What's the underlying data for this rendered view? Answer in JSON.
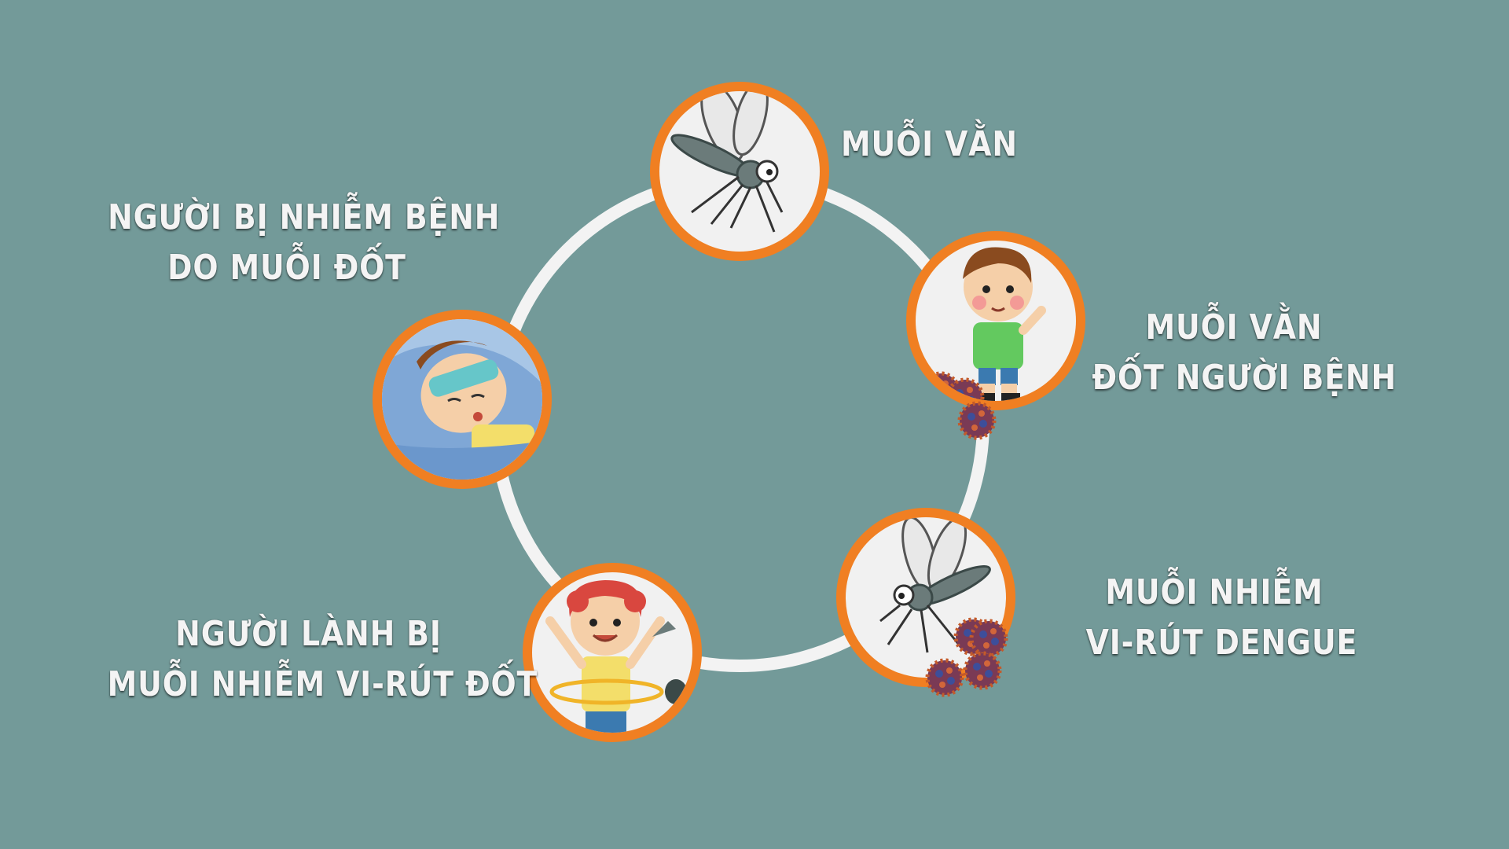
{
  "diagram": {
    "colors": {
      "background": "#739a99",
      "cycle_ring": "#ffffff",
      "node_border": "#f07f22",
      "node_fill": "#f1f1f1"
    },
    "steps": [
      {
        "id": "mosquito",
        "lines": [
          "MUỖI VẰN"
        ],
        "icon": "mosquito-icon"
      },
      {
        "id": "mosquito-bites-patient",
        "lines": [
          "MUỖI VẰN",
          "ĐỐT NGƯỜI BỆNH"
        ],
        "icon": "sick-child-icon"
      },
      {
        "id": "infected-mosquito",
        "lines": [
          "MUỖI NHIỄM",
          "VI-RÚT DENGUE"
        ],
        "icon": "infected-mosquito-icon"
      },
      {
        "id": "healthy-person-bitten",
        "lines": [
          "NGƯỜI LÀNH BỊ",
          "MUỖI NHIỄM VI-RÚT ĐỐT"
        ],
        "icon": "healthy-child-icon"
      },
      {
        "id": "person-infected",
        "lines": [
          "NGƯỜI BỊ NHIỄM BỆNH",
          "DO MUỖI ĐỐT"
        ],
        "icon": "feverish-child-icon"
      }
    ]
  }
}
